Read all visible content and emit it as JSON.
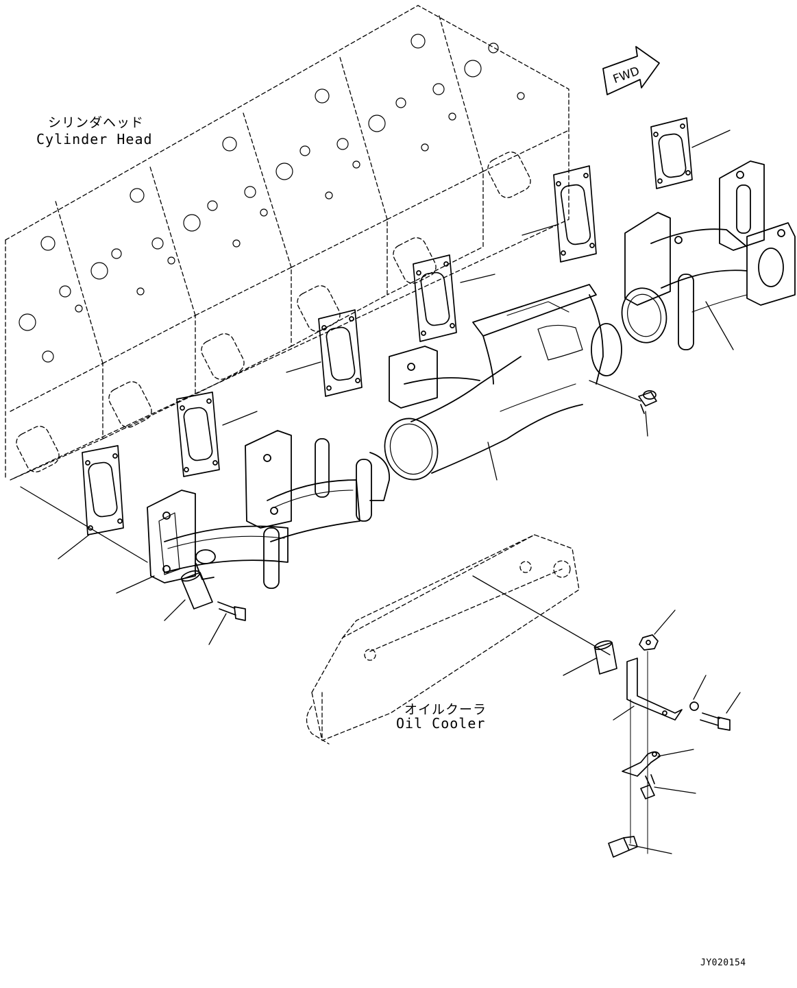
{
  "labels": {
    "cylinder_head_jp": "シリンダヘッド",
    "cylinder_head_en": "Cylinder Head",
    "oil_cooler_jp": "オイルクーラ",
    "oil_cooler_en": "Oil Cooler",
    "fwd": "FWD",
    "drawing_code": "JY020154"
  },
  "colors": {
    "line": "#000000",
    "background": "#ffffff"
  }
}
